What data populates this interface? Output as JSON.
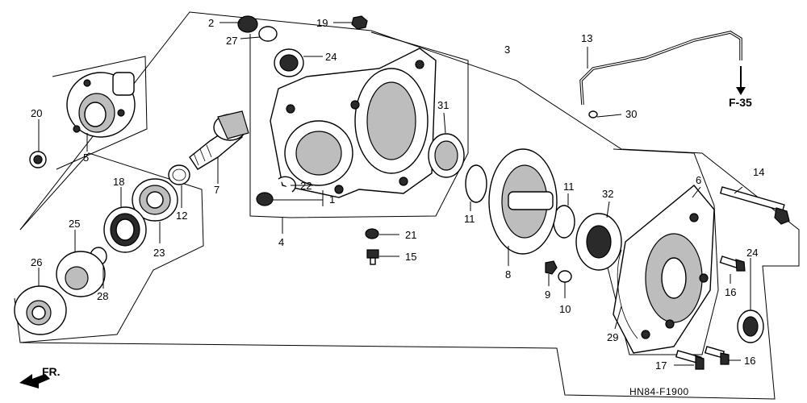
{
  "callouts": [
    {
      "id": "c1",
      "text": "1"
    },
    {
      "id": "c2",
      "text": "2"
    },
    {
      "id": "c3",
      "text": "3"
    },
    {
      "id": "c4",
      "text": "4"
    },
    {
      "id": "c5",
      "text": "5"
    },
    {
      "id": "c6",
      "text": "6"
    },
    {
      "id": "c7",
      "text": "7"
    },
    {
      "id": "c8",
      "text": "8"
    },
    {
      "id": "c9",
      "text": "9"
    },
    {
      "id": "c10",
      "text": "10"
    },
    {
      "id": "c11a",
      "text": "11"
    },
    {
      "id": "c11b",
      "text": "11"
    },
    {
      "id": "c12",
      "text": "12"
    },
    {
      "id": "c13",
      "text": "13"
    },
    {
      "id": "c14",
      "text": "14"
    },
    {
      "id": "c15",
      "text": "15"
    },
    {
      "id": "c16a",
      "text": "16"
    },
    {
      "id": "c16b",
      "text": "16"
    },
    {
      "id": "c17",
      "text": "17"
    },
    {
      "id": "c18",
      "text": "18"
    },
    {
      "id": "c19",
      "text": "19"
    },
    {
      "id": "c20",
      "text": "20"
    },
    {
      "id": "c21",
      "text": "21"
    },
    {
      "id": "c22",
      "text": "22"
    },
    {
      "id": "c23",
      "text": "23"
    },
    {
      "id": "c24a",
      "text": "24"
    },
    {
      "id": "c24b",
      "text": "24"
    },
    {
      "id": "c25",
      "text": "25"
    },
    {
      "id": "c26",
      "text": "26"
    },
    {
      "id": "c27",
      "text": "27"
    },
    {
      "id": "c28",
      "text": "28"
    },
    {
      "id": "c29",
      "text": "29"
    },
    {
      "id": "c30",
      "text": "30"
    },
    {
      "id": "c31",
      "text": "31"
    },
    {
      "id": "c32",
      "text": "32"
    }
  ],
  "reference": "F-35",
  "front_marker": "FR.",
  "diagram_code": "HN84-F1900"
}
